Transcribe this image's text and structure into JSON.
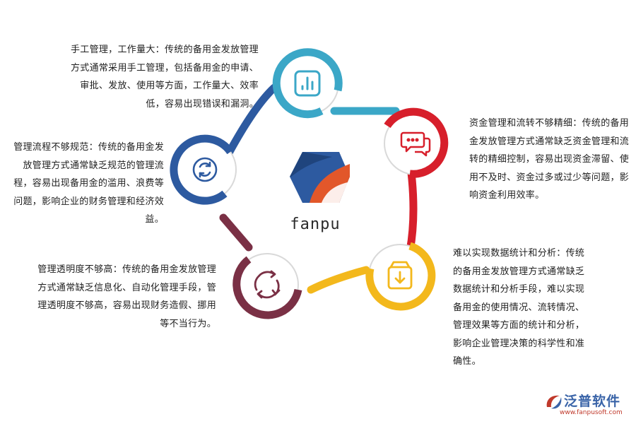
{
  "center_logo": {
    "text": "fanpu"
  },
  "items": {
    "workload": {
      "text": "手工管理，工作量大：传统的备用金发放管理方式通常采用手工管理，包括备用金的申请、审批、发放、使用等方面，工作量大、效率低，容易出现错误和漏洞。",
      "icon": "bar-chart-icon",
      "color": "#3ba7c7"
    },
    "process": {
      "text": "管理流程不够规范：传统的备用金发放管理方式通常缺乏规范的管理流程，容易出现备用金的滥用、浪费等问题，影响企业的财务管理和经济效益。",
      "icon": "refresh-icon",
      "color": "#2d5aa0"
    },
    "capital": {
      "text": "资金管理和流转不够精细：传统的备用金发放管理方式通常缺乏资金管理和流转的精细控制，容易出现资金滞留、使用不及时、资金过多或过少等问题，影响资金利用效率。",
      "icon": "chat-icon",
      "color": "#d71f2b"
    },
    "statistics": {
      "text": "难以实现数据统计和分析：传统的备用金发放管理方式通常缺乏数据统计和分析手段，难以实现备用金的使用情况、流转情况、管理效果等方面的统计和分析，影响企业管理决策的科学性和准确性。",
      "icon": "download-box-icon",
      "color": "#f3b81c"
    },
    "transparency": {
      "text": "管理透明度不够高：传统的备用金发放管理方式通常缺乏信息化、自动化管理手段，管理透明度不够高，容易出现财务造假、挪用等不当行为。",
      "icon": "cycle-arrows-icon",
      "color": "#7a3045"
    }
  },
  "brand": {
    "name": "泛普软件",
    "url": "www.fanpusoft.com"
  }
}
